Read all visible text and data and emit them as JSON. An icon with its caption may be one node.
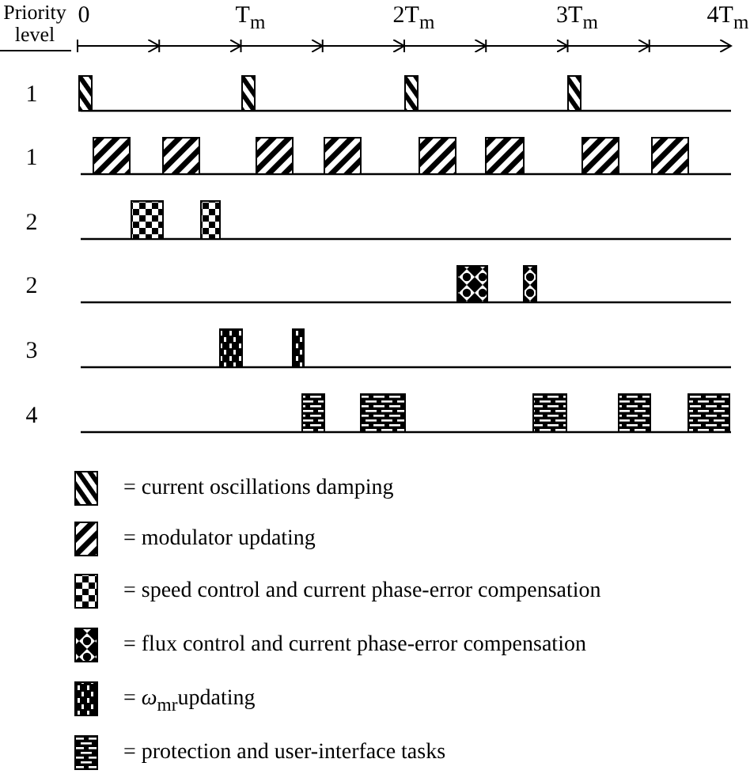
{
  "diagram": {
    "labels": [
      "Priority level",
      "0",
      "T$_{m}$",
      "2T$_{m}$",
      "3T$_{m}$",
      "4T$_{m}$",
      "1",
      "1",
      "2",
      "2",
      "3",
      "4"
    ],
    "legend": [
      {
        "text": "= current oscillations damping"
      },
      {
        "text": "= modulator updating"
      },
      {
        "text": "= speed control and current phase-error compensation"
      },
      {
        "text": "= flux control and current phase-error compensation"
      },
      {
        "text": "= *ω*$_{mr}$updating"
      },
      {
        "text": "= protection and user-interface tasks"
      }
    ]
  }
}
